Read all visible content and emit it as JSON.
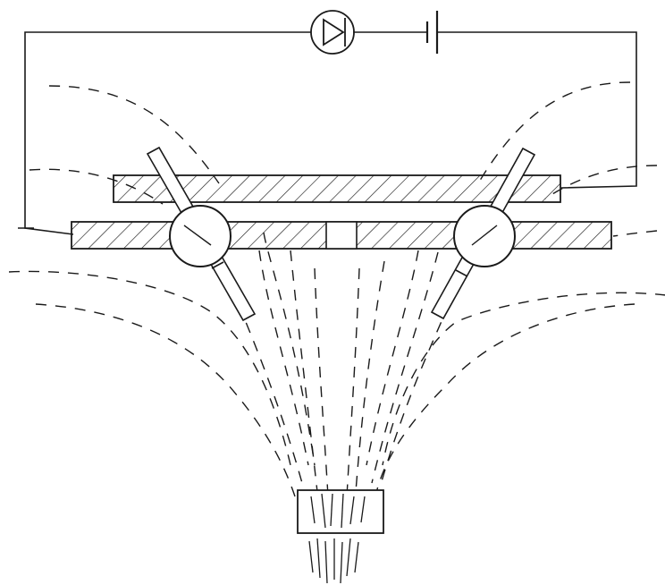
{
  "figure": {
    "kind": "technical-line-drawing",
    "colors": {
      "ink": "#1a1a1a",
      "background": "#ffffff"
    },
    "components": {
      "circuit": {
        "lamp_symbol": "diode-in-circle",
        "source_symbol": "capacitor-like-battery"
      },
      "plates": [
        "upper-hatched-plate",
        "lower-hatched-plate"
      ],
      "balls": [
        "left-ball",
        "right-ball"
      ],
      "pivot_rods": [
        "left-rod",
        "right-rod"
      ],
      "field_lines": "dashed-curved-field-lines",
      "bottom_object": "hatched-spray-block"
    }
  }
}
